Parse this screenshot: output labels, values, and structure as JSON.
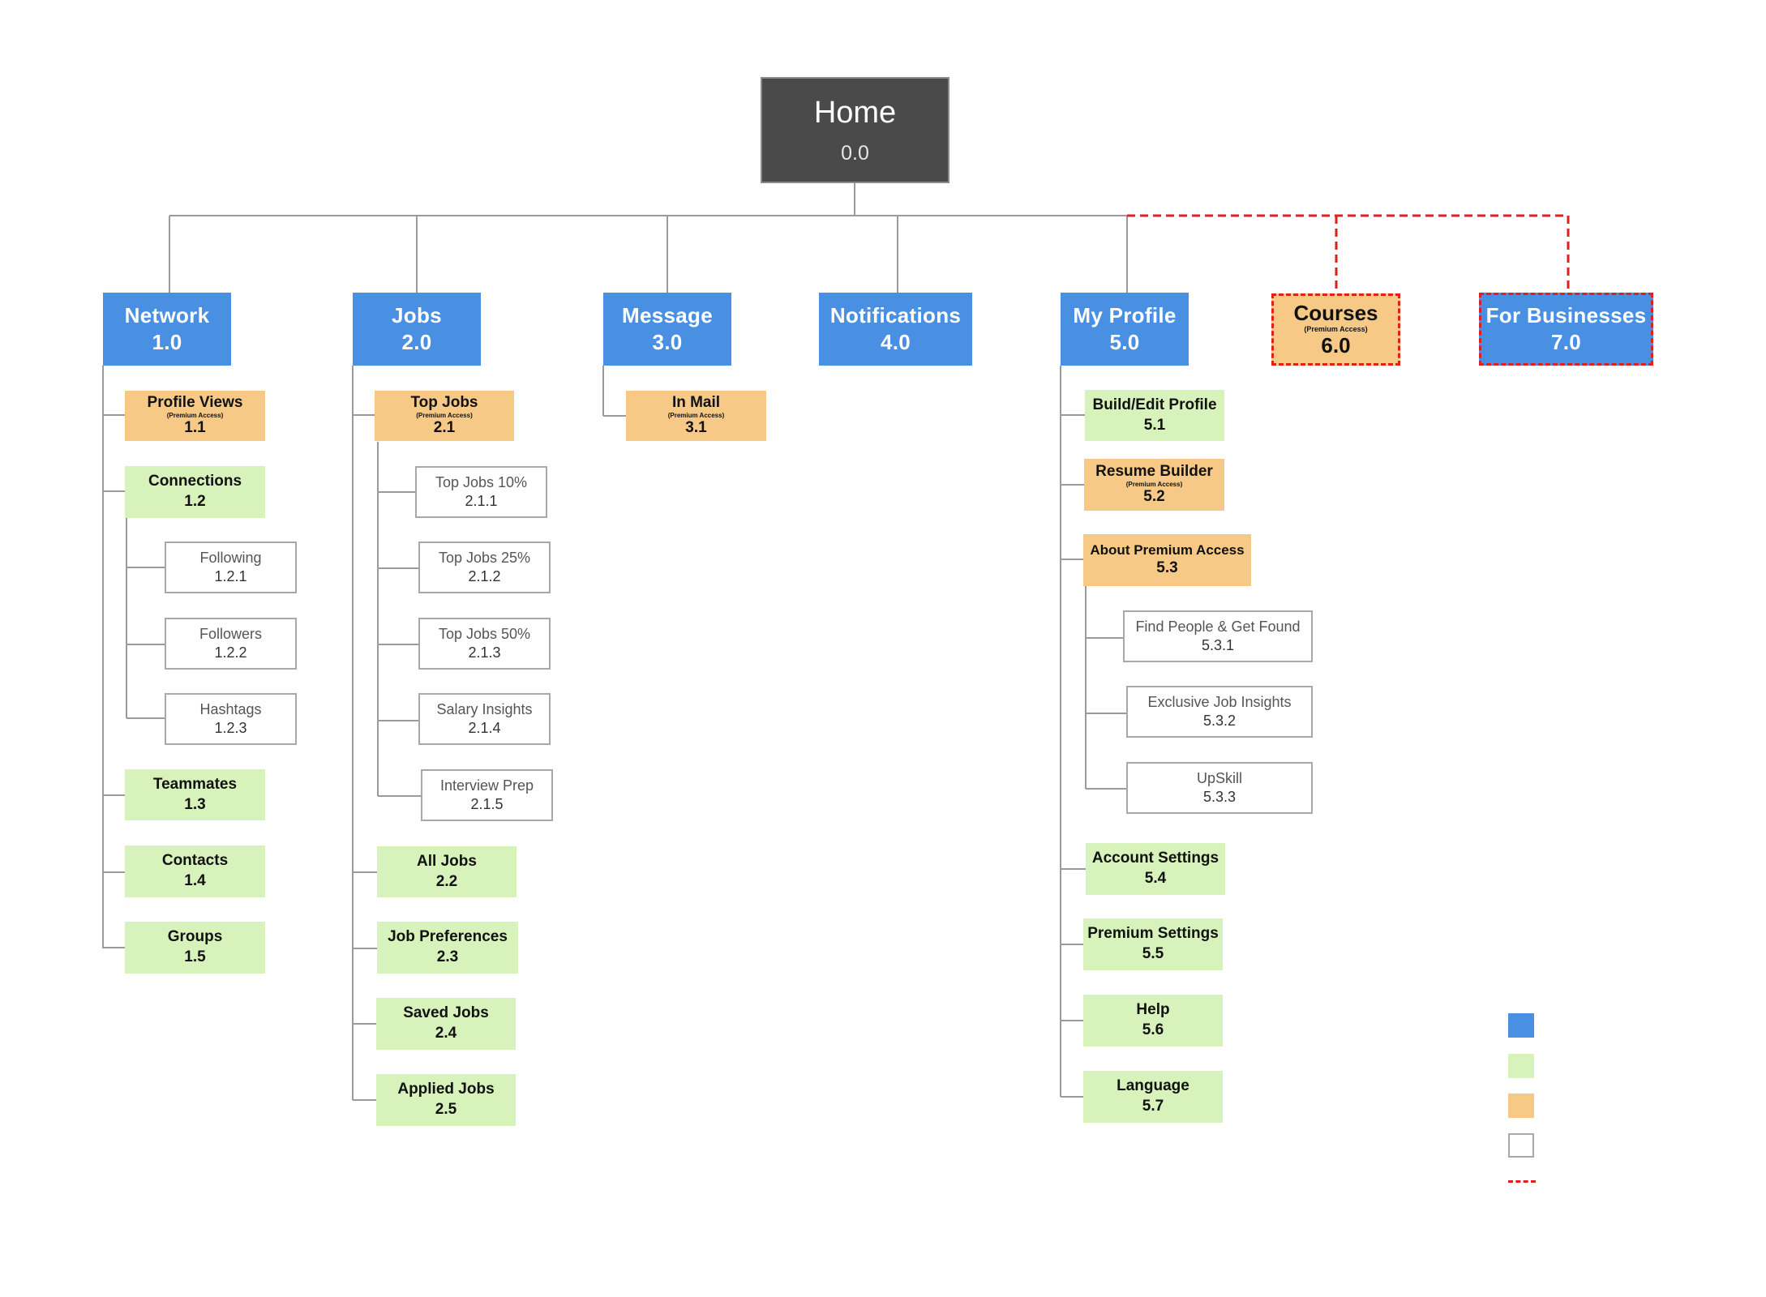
{
  "colors": {
    "section": "#4a90e2",
    "page": "#d8f2bc",
    "premium": "#f7c987",
    "subpage": "#ffffff",
    "dashed": "#e0201c",
    "root": "#4a4a4a"
  },
  "root": {
    "label": "Home",
    "code": "0.0"
  },
  "sections": {
    "network": {
      "label": "Network",
      "code": "1.0",
      "children": {
        "profile_views": {
          "label": "Profile Views",
          "sub": "(Premium Access)",
          "code": "1.1"
        },
        "connections": {
          "label": "Connections",
          "code": "1.2",
          "children": {
            "following": {
              "label": "Following",
              "code": "1.2.1"
            },
            "followers": {
              "label": "Followers",
              "code": "1.2.2"
            },
            "hashtags": {
              "label": "Hashtags",
              "code": "1.2.3"
            }
          }
        },
        "teammates": {
          "label": "Teammates",
          "code": "1.3"
        },
        "contacts": {
          "label": "Contacts",
          "code": "1.4"
        },
        "groups": {
          "label": "Groups",
          "code": "1.5"
        }
      }
    },
    "jobs": {
      "label": "Jobs",
      "code": "2.0",
      "children": {
        "top_jobs": {
          "label": "Top Jobs",
          "sub": "(Premium Access)",
          "code": "2.1",
          "children": {
            "top10": {
              "label": "Top Jobs 10%",
              "code": "2.1.1"
            },
            "top25": {
              "label": "Top Jobs 25%",
              "code": "2.1.2"
            },
            "top50": {
              "label": "Top Jobs 50%",
              "code": "2.1.3"
            },
            "salary": {
              "label": "Salary Insights",
              "code": "2.1.4"
            },
            "interview": {
              "label": "Interview Prep",
              "code": "2.1.5"
            }
          }
        },
        "all_jobs": {
          "label": "All Jobs",
          "code": "2.2"
        },
        "job_prefs": {
          "label": "Job Preferences",
          "code": "2.3"
        },
        "saved_jobs": {
          "label": "Saved Jobs",
          "code": "2.4"
        },
        "applied_jobs": {
          "label": "Applied Jobs",
          "code": "2.5"
        }
      }
    },
    "message": {
      "label": "Message",
      "code": "3.0",
      "children": {
        "in_mail": {
          "label": "In Mail",
          "sub": "(Premium Access)",
          "code": "3.1"
        }
      }
    },
    "notifications": {
      "label": "Notifications",
      "code": "4.0"
    },
    "my_profile": {
      "label": "My Profile",
      "code": "5.0",
      "children": {
        "build_edit": {
          "label": "Build/Edit Profile",
          "code": "5.1"
        },
        "resume_builder": {
          "label": "Resume Builder",
          "sub": "(Premium Access)",
          "code": "5.2"
        },
        "about_premium": {
          "label": "About Premium Access",
          "code": "5.3",
          "children": {
            "find_people": {
              "label": "Find People & Get Found",
              "code": "5.3.1"
            },
            "exclusive_insights": {
              "label": "Exclusive Job Insights",
              "code": "5.3.2"
            },
            "upskill": {
              "label": "UpSkill",
              "code": "5.3.3"
            }
          }
        },
        "account_settings": {
          "label": "Account Settings",
          "code": "5.4"
        },
        "premium_settings": {
          "label": "Premium Settings",
          "code": "5.5"
        },
        "help": {
          "label": "Help",
          "code": "5.6"
        },
        "language": {
          "label": "Language",
          "code": "5.7"
        }
      }
    },
    "courses": {
      "label": "Courses",
      "sub": "(Premium Access)",
      "code": "6.0"
    },
    "for_businesses": {
      "label": "For Businesses",
      "code": "7.0"
    }
  }
}
